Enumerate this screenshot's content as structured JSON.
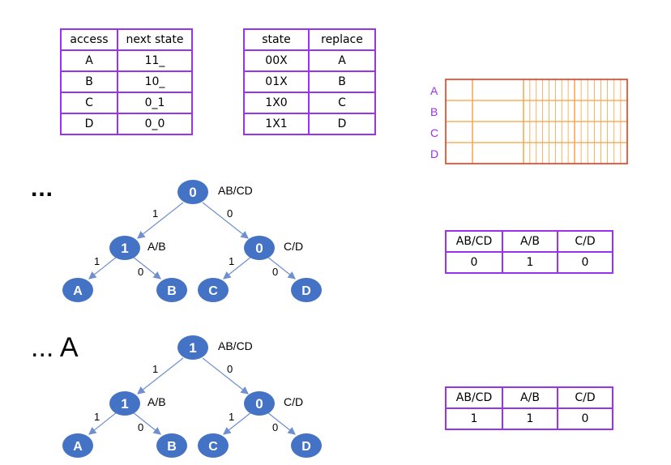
{
  "access_table": {
    "headers": [
      "access",
      "next state"
    ],
    "rows": [
      [
        "A",
        "11_"
      ],
      [
        "B",
        "10_"
      ],
      [
        "C",
        "0_1"
      ],
      [
        "D",
        "0_0"
      ]
    ]
  },
  "replace_table": {
    "headers": [
      "state",
      "replace"
    ],
    "rows": [
      [
        "00X",
        "A"
      ],
      [
        "01X",
        "B"
      ],
      [
        "1X0",
        "C"
      ],
      [
        "1X1",
        "D"
      ]
    ]
  },
  "cache_grid": {
    "rows": [
      "A",
      "B",
      "C",
      "D"
    ],
    "label_color": "#9933ee",
    "border_color": "#e53b1c",
    "line_color": "#f5a040"
  },
  "tree1": {
    "prefix": "...",
    "root": {
      "bit": "0",
      "label": "AB/CD"
    },
    "left": {
      "bit": "1",
      "label": "A/B"
    },
    "right": {
      "bit": "0",
      "label": "C/D"
    },
    "root_edges": {
      "left": "1",
      "right": "0"
    },
    "left_edges": {
      "left": "1",
      "right": "0"
    },
    "right_edges": {
      "left": "1",
      "right": "0"
    },
    "leaves": [
      "A",
      "B",
      "C",
      "D"
    ],
    "table": {
      "headers": [
        "AB/CD",
        "A/B",
        "C/D"
      ],
      "values": [
        "0",
        "1",
        "0"
      ]
    }
  },
  "tree2": {
    "prefix": "... A",
    "root": {
      "bit": "1",
      "label": "AB/CD"
    },
    "left": {
      "bit": "1",
      "label": "A/B"
    },
    "right": {
      "bit": "0",
      "label": "C/D"
    },
    "root_edges": {
      "left": "1",
      "right": "0"
    },
    "left_edges": {
      "left": "1",
      "right": "0"
    },
    "right_edges": {
      "left": "1",
      "right": "0"
    },
    "leaves": [
      "A",
      "B",
      "C",
      "D"
    ],
    "table": {
      "headers": [
        "AB/CD",
        "A/B",
        "C/D"
      ],
      "values": [
        "1",
        "1",
        "0"
      ]
    }
  },
  "colors": {
    "node_fill": "#4472c4",
    "edge": "#6f8fd0",
    "table_border": "#9933ee"
  }
}
